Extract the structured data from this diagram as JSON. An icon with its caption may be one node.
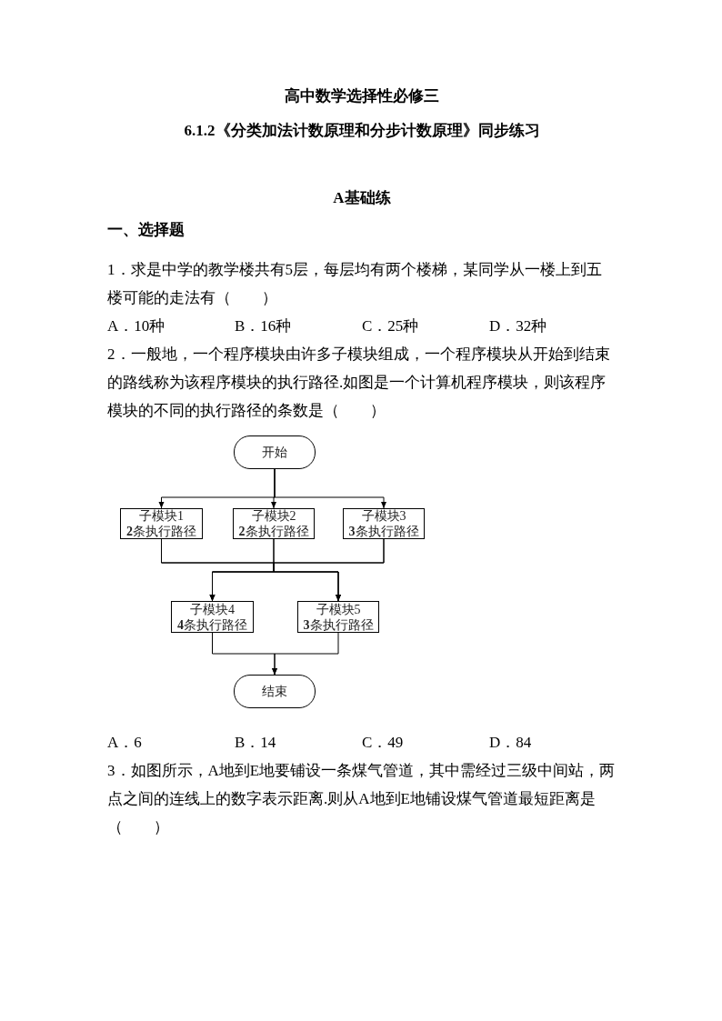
{
  "diagram": {
    "title": "高中数学选择性必修三",
    "nodes": [
      {
        "text": [
          "开始"
        ]
      },
      {
        "text": [
          "子模块1",
          "**2**条执行路径"
        ]
      },
      {
        "text": [
          "子模块2",
          "**2**条执行路径"
        ]
      },
      {
        "text": [
          "子模块3",
          "**3**条执行路径"
        ]
      },
      {
        "text": [
          "子模块4",
          "**4**条执行路径"
        ]
      },
      {
        "text": [
          "子模块5",
          "**3**条执行路径"
        ]
      },
      {
        "text": [
          "结束"
        ]
      }
    ],
    "edges": [
      {
        "from": 0,
        "to": 1,
        "arrow": "to"
      },
      {
        "from": 0,
        "to": 2,
        "arrow": "to"
      },
      {
        "from": 0,
        "to": 3,
        "arrow": "to"
      },
      {
        "from": 1,
        "to": 4,
        "arrow": "to"
      },
      {
        "from": 1,
        "to": 5,
        "arrow": "to"
      },
      {
        "from": 2,
        "to": 4,
        "arrow": "to"
      },
      {
        "from": 2,
        "to": 5,
        "arrow": "to"
      },
      {
        "from": 3,
        "to": 4,
        "arrow": "to"
      },
      {
        "from": 3,
        "to": 5,
        "arrow": "to"
      },
      {
        "from": 4,
        "to": 6,
        "arrow": "to"
      },
      {
        "from": 5,
        "to": 6,
        "arrow": "to"
      }
    ],
    "labels": [
      "6.1.2《分类加法计数原理和分步计数原理》同步练习",
      "A基础练",
      "一、选择题",
      "1．求是中学的教学楼共有5层，每层均有两个楼梯，某同学从一楼上到五楼可能的走法有（　　）",
      "A．10种",
      "B．16种",
      "C．25种",
      "D．32种",
      "2．一般地，一个程序模块由许多子模块组成，一个程序模块从开始到结束的路线称为该程序模块的执行路径.如图是一个计算机程序模块，则该程序模块的不同的执行路径的条数是（　　）",
      "A．6",
      "B．14",
      "C．49",
      "D．84",
      "3．如图所示，A地到E地要铺设一条煤气管道，其中需经过三级中间站，两点之间的连线上的数字表示距离.则从A地到E地铺设煤气管道最短距离是（　　）"
    ]
  }
}
